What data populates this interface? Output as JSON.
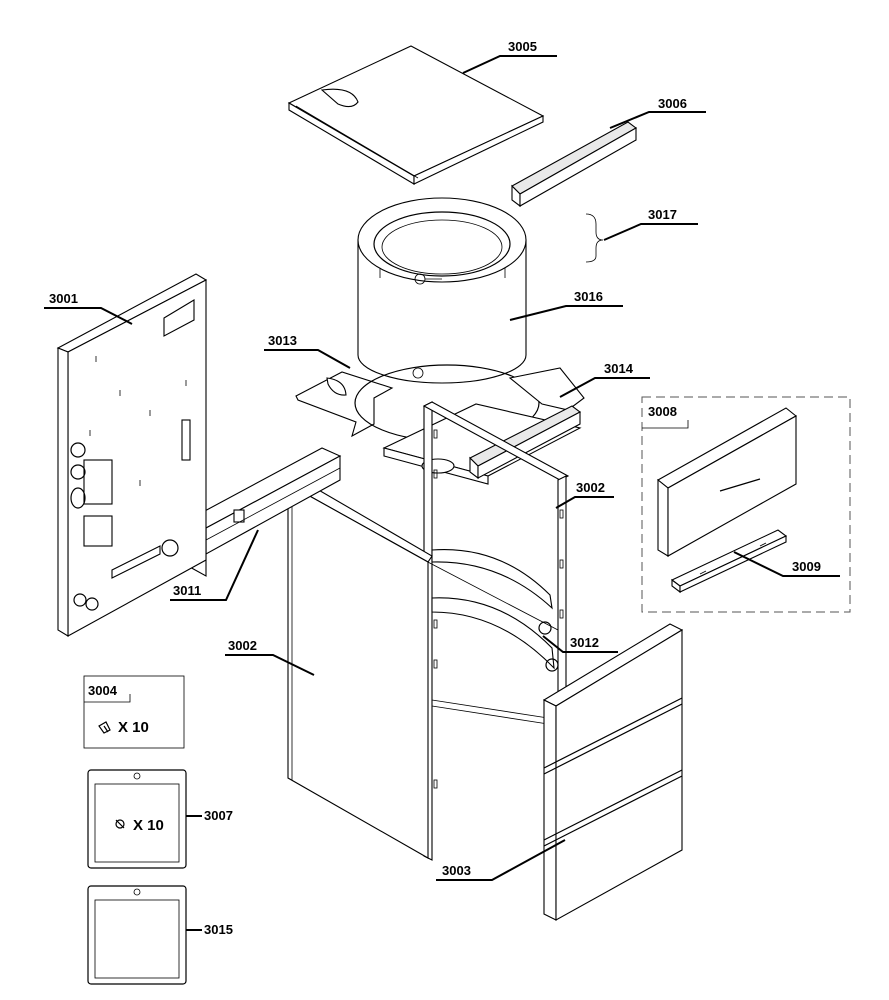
{
  "parts": {
    "p3001": "3001",
    "p3002a": "3002",
    "p3002b": "3002",
    "p3003": "3003",
    "p3004": "3004",
    "p3005": "3005",
    "p3006": "3006",
    "p3007": "3007",
    "p3008": "3008",
    "p3009": "3009",
    "p3011": "3011",
    "p3012": "3012",
    "p3013": "3013",
    "p3014": "3014",
    "p3015": "3015",
    "p3016": "3016",
    "p3017": "3017"
  },
  "quantities": {
    "clips_3004": "X 10",
    "screws_3007": "X 10"
  }
}
